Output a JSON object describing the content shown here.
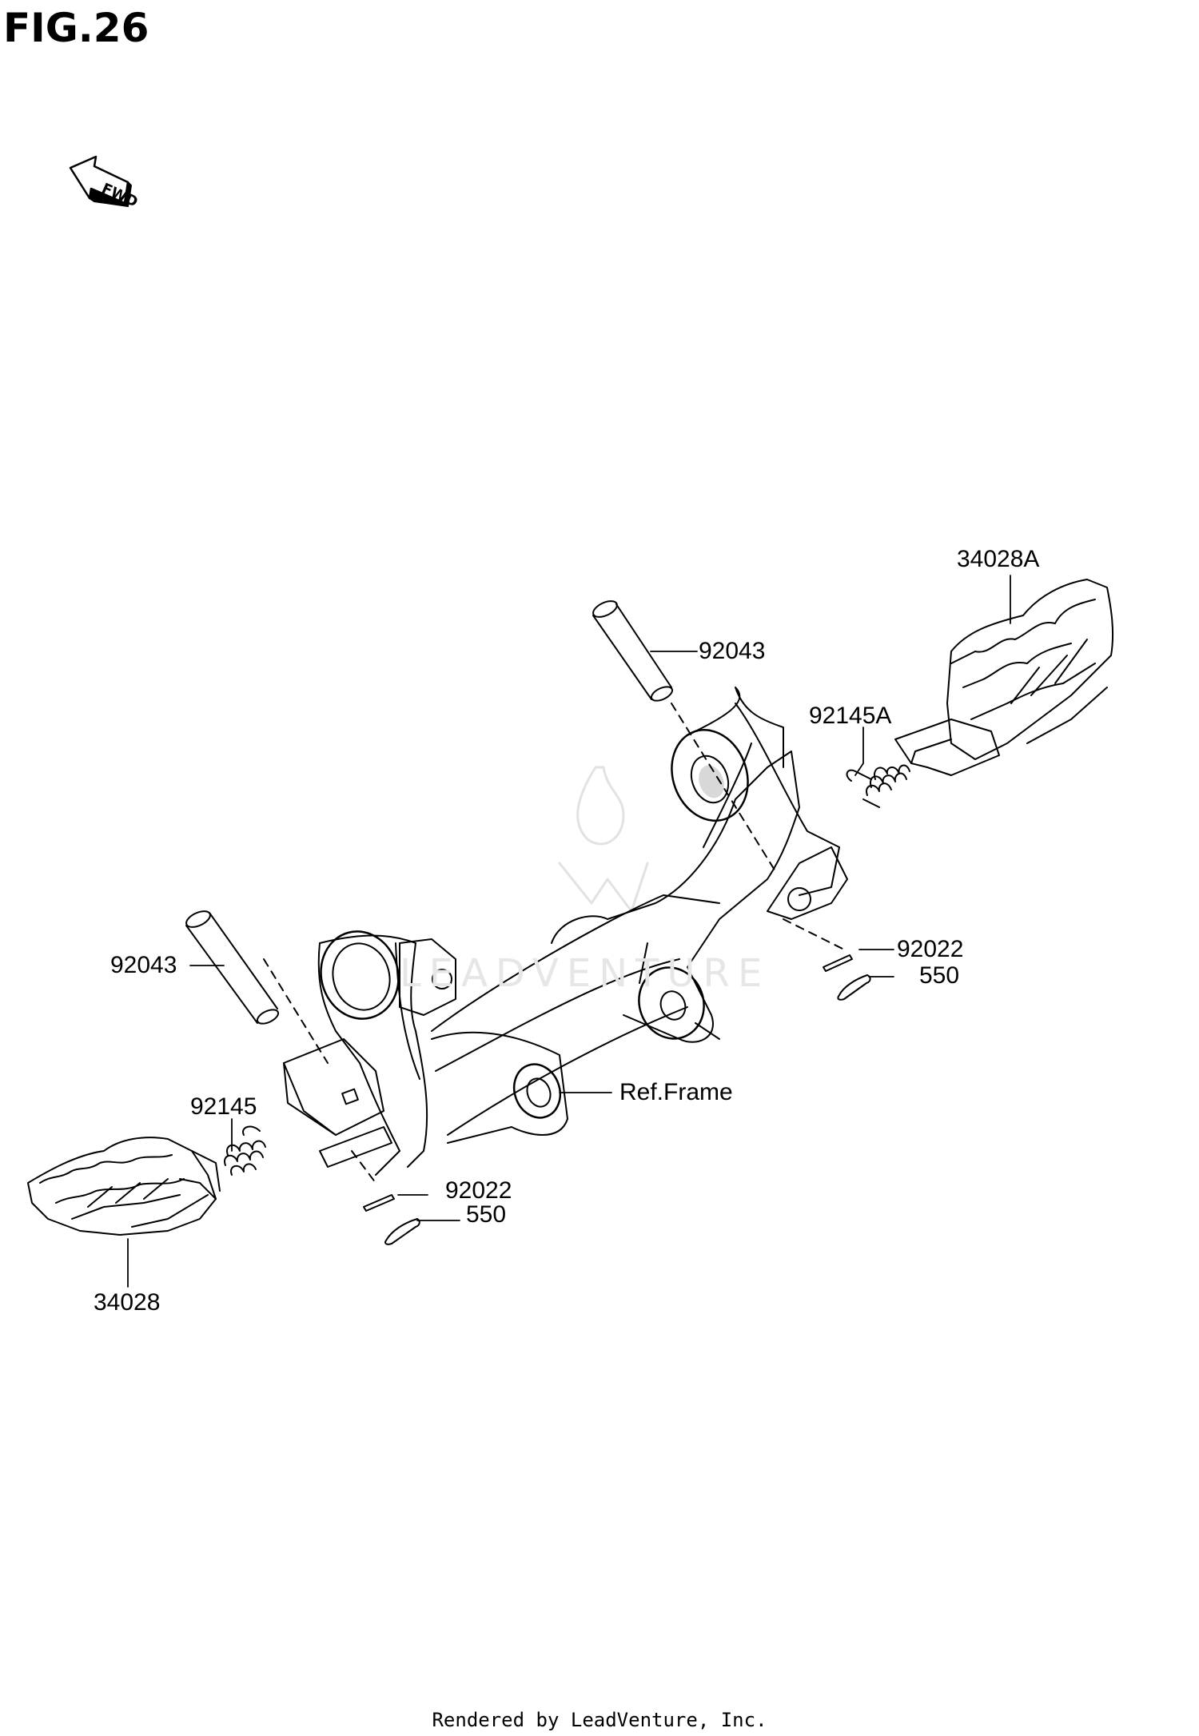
{
  "figure": {
    "title": "FIG.26"
  },
  "fwd_arrow": {
    "label": "FWD"
  },
  "callouts": {
    "pin_right": "92043",
    "pin_left": "92043",
    "footpeg_right": "34028A",
    "footpeg_left": "34028",
    "spring_right": "92145A",
    "spring_left": "92145",
    "washer_right": "92022",
    "washer_left": "92022",
    "cotter_right": "550",
    "cotter_left": "550",
    "frame": "Ref.Frame"
  },
  "watermark": {
    "text": "LEADVENTURE"
  },
  "footer": {
    "text": "Rendered by LeadVenture, Inc."
  }
}
